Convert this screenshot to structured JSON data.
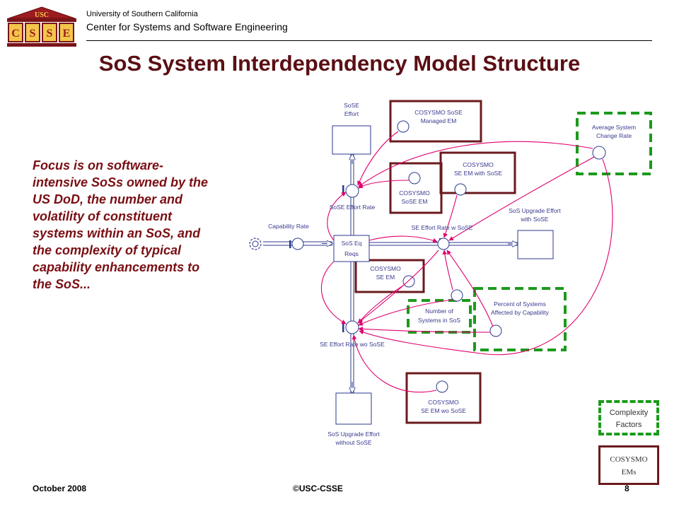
{
  "header": {
    "logo_text": "USC",
    "logo_letters": [
      "C",
      "S",
      "S",
      "E"
    ],
    "university": "University of Southern California",
    "center": "Center for Systems and Software Engineering"
  },
  "title": "SoS System Interdependency Model Structure",
  "focus_text": "Focus is on software-intensive SoSs owned by the US DoD, the number and volatility of constituent systems within an SoS, and the complexity of typical capability enhancements to the SoS...",
  "diagram": {
    "stocks": {
      "sose_effort": "SoSE Effort",
      "sos_eq_reqs_1": "SoS Eq",
      "sos_eq_reqs_2": "Reqs",
      "upgrade_with_1": "SoS Upgrade Effort",
      "upgrade_with_2": "with SoSE",
      "upgrade_without_1": "SoS Upgrade Effort",
      "upgrade_without_2": "without SoSE"
    },
    "rates": {
      "capability_rate": "Capability Rate",
      "sose_effort_rate": "SoSE Effort Rate",
      "se_effort_rate_w": "SE Effort Rate w SoSE",
      "se_effort_rate_wo": "SE Effort Rate wo SoSE"
    },
    "ems": {
      "managed_1": "COSYSMO SoSE",
      "managed_2": "Managed EM",
      "sose_em_1": "COSYSMO",
      "sose_em_2": "SoSE EM",
      "se_with_1": "COSYSMO",
      "se_with_2": "SE EM with SoSE",
      "se_em_1": "COSYSMO",
      "se_em_2": "SE EM",
      "se_wo_1": "COSYSMO",
      "se_wo_2": "SE EM wo SoSE"
    },
    "complexity": {
      "avg_change_1": "Average System",
      "avg_change_2": "Change Rate",
      "num_systems_1": "Number of",
      "num_systems_2": "Systems in SoS",
      "percent_1": "Percent of Systems",
      "percent_2": "Affected by Capability"
    }
  },
  "legend": {
    "complexity_1": "Complexity",
    "complexity_2": "Factors",
    "ems_1": "COSYSMO",
    "ems_2": "EMs"
  },
  "footer": {
    "date": "October  2008",
    "copyright": "©USC-CSSE",
    "page": "8"
  },
  "colors": {
    "title": "#5a0f14",
    "focus_text": "#7a0f14",
    "em_box": "#6b1a1e",
    "complexity_box": "#1c9a1c",
    "connector": "#e0006e",
    "flow": "#2c3a8c"
  }
}
